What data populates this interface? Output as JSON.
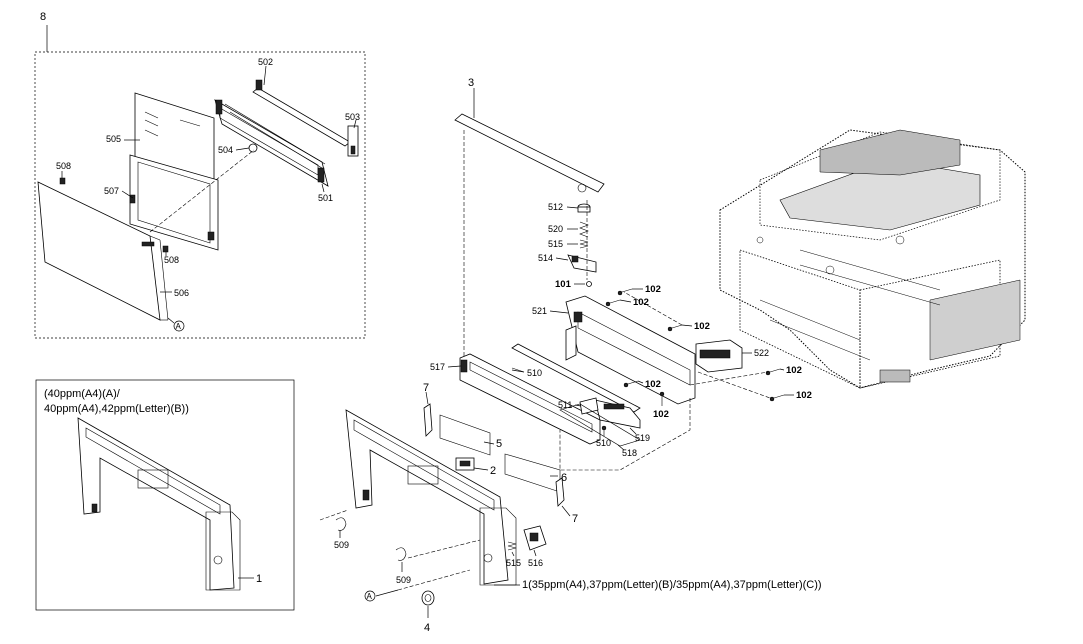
{
  "callouts": {
    "c8": "8",
    "c3": "3",
    "c502": "502",
    "c503": "503",
    "c505": "505",
    "c504": "504",
    "c508a": "508",
    "c507": "507",
    "c501": "501",
    "c508b": "508",
    "c506": "506",
    "cA1": "A",
    "c512": "512",
    "c520": "520",
    "c515a": "515",
    "c514": "514",
    "c101": "101",
    "c102a": "102",
    "c102b": "102",
    "c521": "521",
    "c102c": "102",
    "c522": "522",
    "c102d": "102",
    "c517": "517",
    "c510a": "510",
    "c102e": "102",
    "c102f": "102",
    "c102g": "102",
    "c511": "511",
    "c510b": "510",
    "c519": "519",
    "c518": "518",
    "c7a": "7",
    "c5": "5",
    "c2": "2",
    "c6": "6",
    "c7b": "7",
    "c509a": "509",
    "c515b": "515",
    "c516": "516",
    "c509b": "509",
    "cA2": "A",
    "c4": "4",
    "c1a": "1",
    "c1b": "1(35ppm(A4),37ppm(Letter)(B)/35ppm(A4),37ppm(Letter)(C))"
  },
  "variant_box": {
    "line1": "(40ppm(A4)(A)/",
    "line2": "40ppm(A4),42ppm(Letter)(B))"
  }
}
